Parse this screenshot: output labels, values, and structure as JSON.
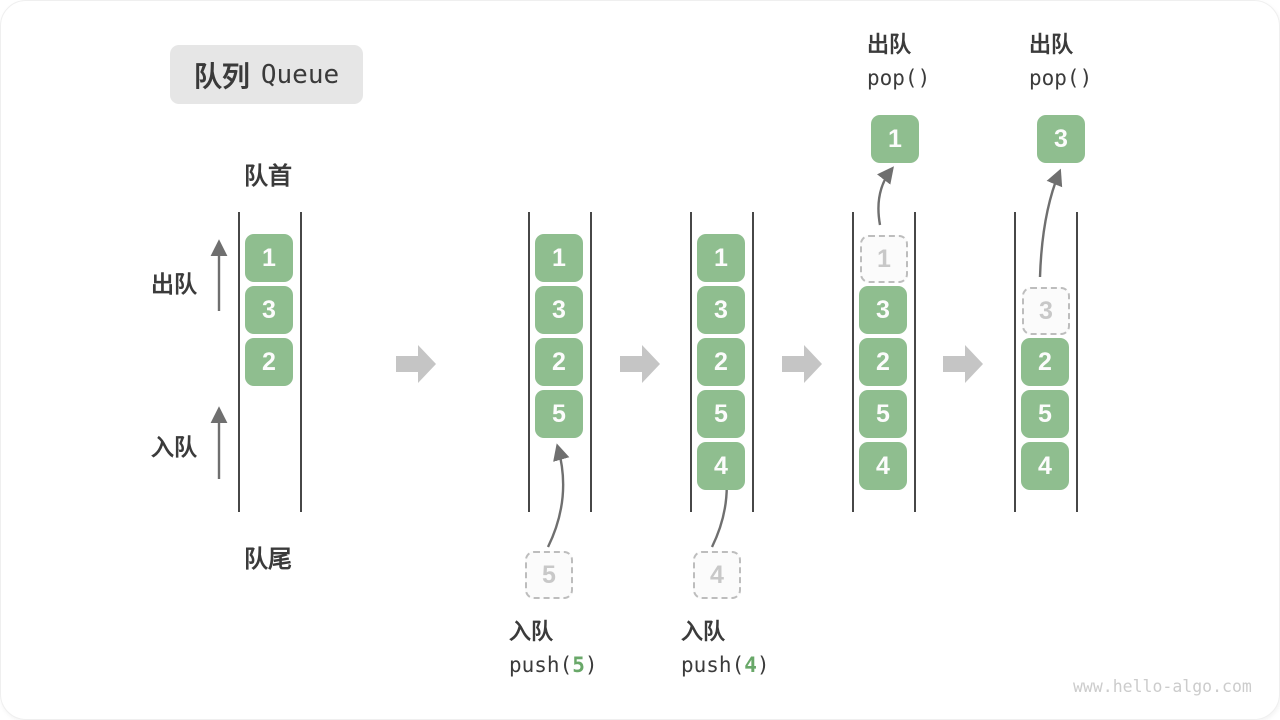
{
  "title": {
    "zh": "队列",
    "en": "Queue"
  },
  "labels": {
    "front": "队首",
    "rear": "队尾",
    "dequeue": "出队",
    "enqueue": "入队"
  },
  "ops": {
    "push5": {
      "name": "入队",
      "fn": "push(",
      "arg": "5",
      "close": ")"
    },
    "push4": {
      "name": "入队",
      "fn": "push(",
      "arg": "4",
      "close": ")"
    },
    "pop1": {
      "name": "出队",
      "code": "pop()"
    },
    "pop2": {
      "name": "出队",
      "code": "pop()"
    }
  },
  "columns": [
    {
      "cells": [
        {
          "v": "1"
        },
        {
          "v": "3"
        },
        {
          "v": "2"
        }
      ]
    },
    {
      "cells": [
        {
          "v": "1"
        },
        {
          "v": "3"
        },
        {
          "v": "2"
        },
        {
          "v": "5"
        }
      ],
      "incoming": "5"
    },
    {
      "cells": [
        {
          "v": "1"
        },
        {
          "v": "3"
        },
        {
          "v": "2"
        },
        {
          "v": "5"
        },
        {
          "v": "4"
        }
      ],
      "incoming": "4"
    },
    {
      "cells": [
        {
          "v": "1",
          "ghost": true
        },
        {
          "v": "3"
        },
        {
          "v": "2"
        },
        {
          "v": "5"
        },
        {
          "v": "4"
        }
      ],
      "popped": "1"
    },
    {
      "cells": [
        {
          "v": "3",
          "ghost": true
        },
        {
          "v": "2"
        },
        {
          "v": "5"
        },
        {
          "v": "4"
        }
      ],
      "popped": "3"
    }
  ],
  "watermark": "www.hello-algo.com",
  "colors": {
    "cell_green": "#8FBE8F",
    "push_arg_green": "#69A869",
    "block_arrow_gray": "#C5C5C5",
    "thin_arrow_gray": "#6F6F6F",
    "ghost_border": "#BDBDBD",
    "container_line": "#474747",
    "text_dark": "#3B3B3B",
    "badge_bg": "#E6E6E6",
    "watermark_gray": "#CCCCCC"
  }
}
